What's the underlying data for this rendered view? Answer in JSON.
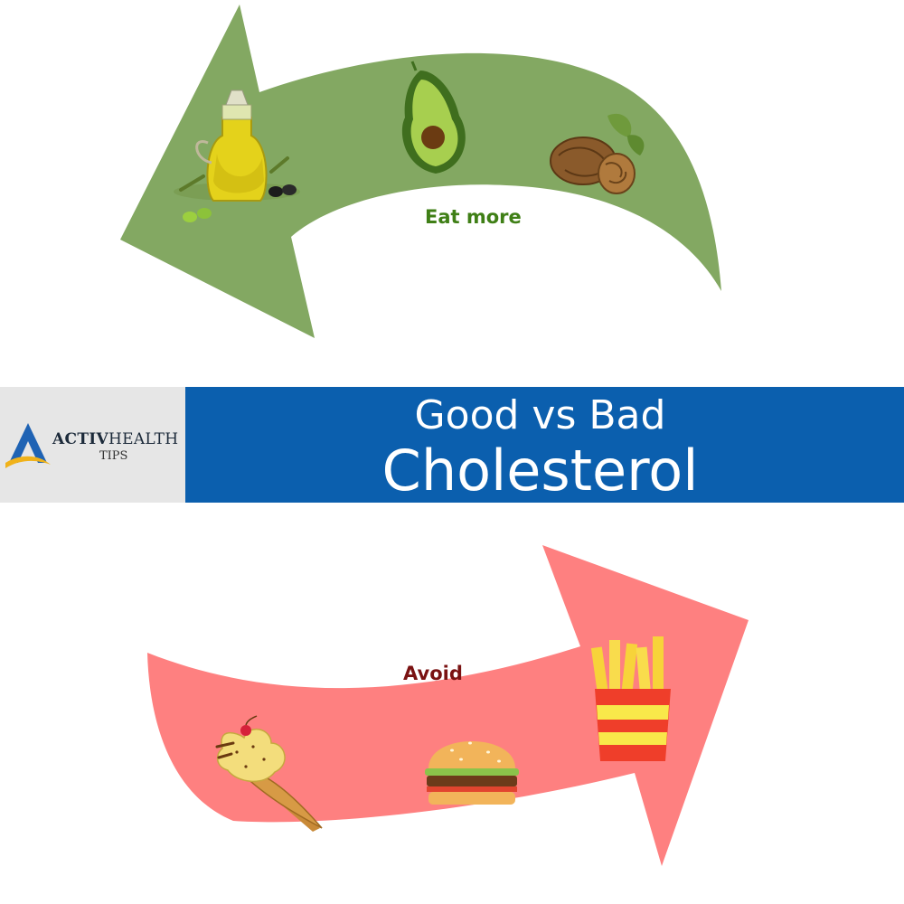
{
  "title": {
    "line1": "Good vs Bad",
    "line2": "Cholesterol"
  },
  "brand": {
    "name_part1": "ACTIV",
    "name_part2": "HEALTH",
    "sub": "TIPS"
  },
  "good_arrow": {
    "label": "Eat more",
    "color": "#83a862",
    "items": [
      "olive-oil-icon",
      "avocado-icon",
      "walnut-icon"
    ]
  },
  "bad_arrow": {
    "label": "Avoid",
    "color": "#fe8080",
    "items": [
      "ice-cream-icon",
      "burger-icon",
      "fries-icon"
    ]
  },
  "colors": {
    "banner": "#0b5fae",
    "banner_side": "#e6e6e6",
    "eat_label": "#3f7f16",
    "avoid_label": "#7a1212"
  }
}
